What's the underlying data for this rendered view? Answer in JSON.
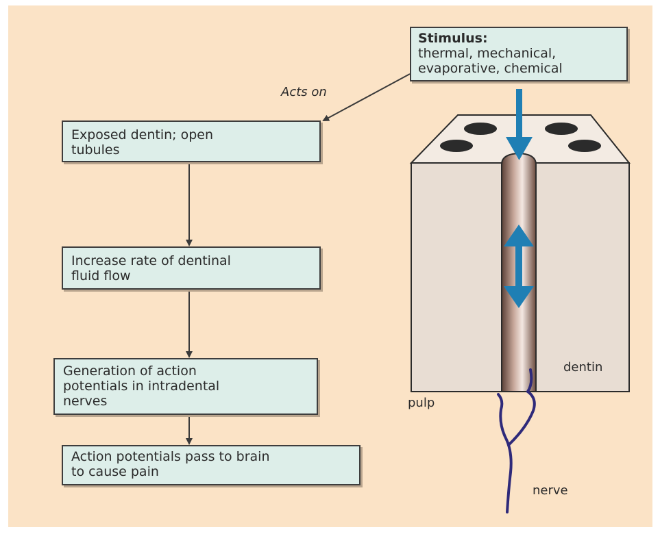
{
  "stimulus": {
    "title": "Stimulus:",
    "lines": [
      "thermal, mechanical,",
      "evaporative, chemical"
    ]
  },
  "acts_on": "Acts on",
  "steps": [
    {
      "lines": [
        "Exposed dentin; open",
        "tubules"
      ]
    },
    {
      "lines": [
        "Increase rate of dentinal",
        "fluid flow"
      ]
    },
    {
      "lines": [
        "Generation of action",
        "potentials in intradental",
        "nerves"
      ]
    },
    {
      "lines": [
        "Action potentials pass to brain",
        "to cause pain"
      ]
    }
  ],
  "labels": {
    "dentin": "dentin",
    "pulp": "pulp",
    "nerve": "nerve"
  },
  "colors": {
    "background": "#fbe3c6",
    "box_fill": "#ddeee9",
    "arrow_blue": "#1f7fb4",
    "nerve": "#2f2a7a",
    "tubule_dark": "#2b2b2b"
  }
}
